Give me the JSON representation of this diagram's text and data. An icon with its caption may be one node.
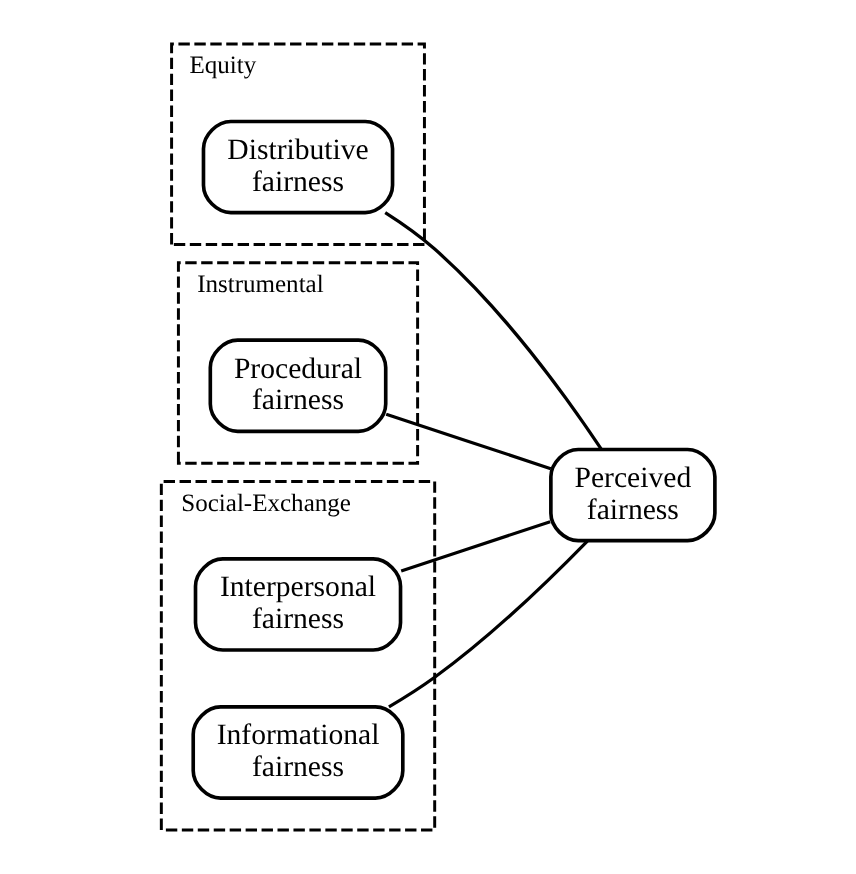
{
  "diagram": {
    "nodes": [
      {
        "text": [
          "Equity"
        ]
      },
      {
        "text": [
          "Distributive fairness"
        ],
        "in": 0
      },
      {
        "text": [
          "Instrumental"
        ]
      },
      {
        "text": [
          "Procedural fairness"
        ],
        "in": 2
      },
      {
        "text": [
          "Social-Exchange"
        ]
      },
      {
        "text": [
          "Interpersonal fairness"
        ],
        "in": 4
      },
      {
        "text": [
          "Informational fairness"
        ],
        "in": 4
      },
      {
        "text": [
          "Perceived fairness"
        ]
      }
    ],
    "edges": [
      {
        "from": 1,
        "to": 7,
        "arrow": "none"
      },
      {
        "from": 3,
        "to": 7,
        "arrow": "none"
      },
      {
        "from": 5,
        "to": 7,
        "arrow": "none"
      },
      {
        "from": 6,
        "to": 7,
        "arrow": "none"
      }
    ]
  }
}
